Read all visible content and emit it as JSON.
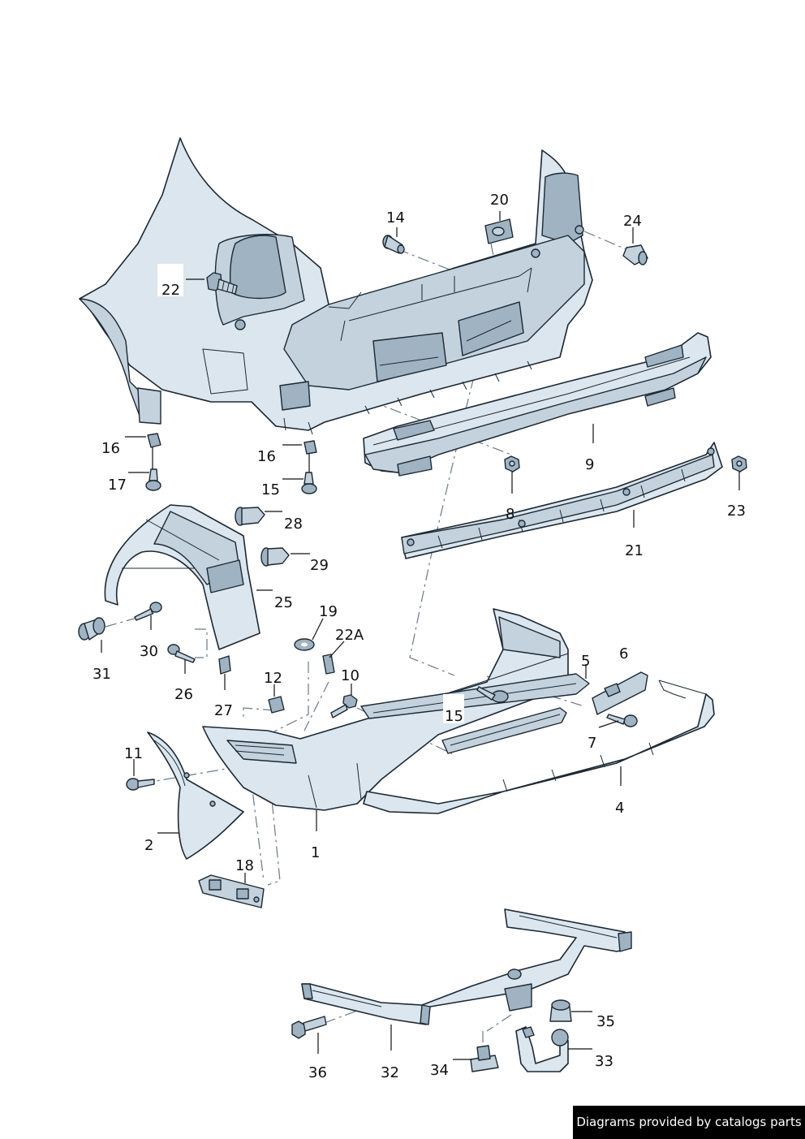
{
  "diagram": {
    "labels": {
      "p1": "1",
      "p2": "2",
      "p4": "4",
      "p5": "5",
      "p6": "6",
      "p7": "7",
      "p8": "8",
      "p9": "9",
      "p10": "10",
      "p11": "11",
      "p12": "12",
      "p14": "14",
      "p15a": "15",
      "p15b": "15",
      "p16a": "16",
      "p16b": "16",
      "p17": "17",
      "p18": "18",
      "p19": "19",
      "p20": "20",
      "p21": "21",
      "p22": "22",
      "p22A": "22A",
      "p23": "23",
      "p24": "24",
      "p25": "25",
      "p26": "26",
      "p27": "27",
      "p28": "28",
      "p29": "29",
      "p30": "30",
      "p31": "31",
      "p32": "32",
      "p33": "33",
      "p34": "34",
      "p35": "35",
      "p36": "36"
    }
  },
  "footer": {
    "credit": "Diagrams provided by catalogs parts"
  }
}
